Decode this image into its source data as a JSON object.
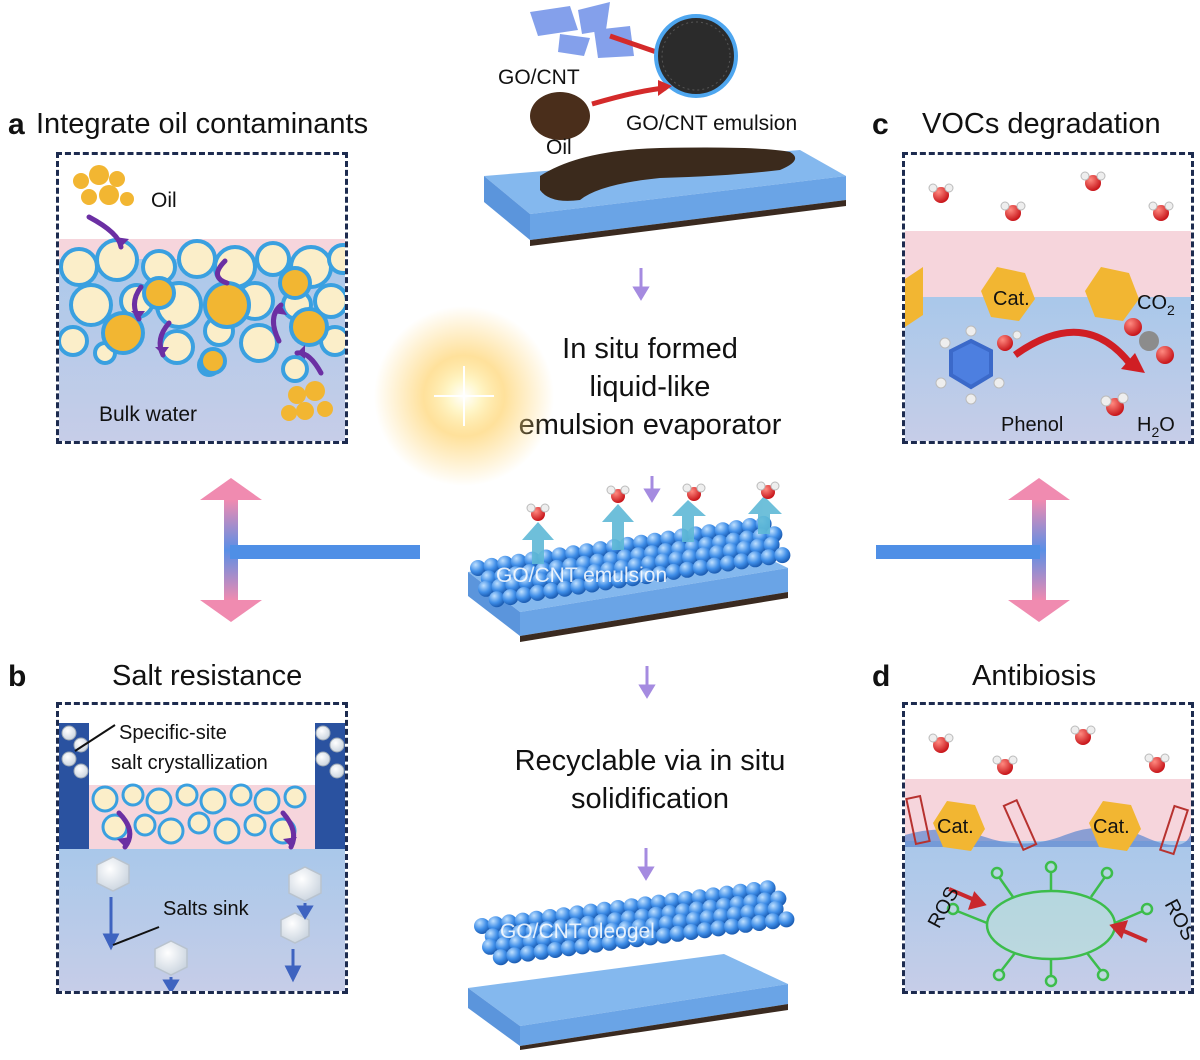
{
  "panel_a": {
    "letter": "a",
    "title": "Integrate oil contaminants",
    "oil_label": "Oil",
    "water_label": "Bulk water"
  },
  "panel_b": {
    "letter": "b",
    "title": "Salt resistance",
    "crystal_label_1": "Specific-site",
    "crystal_label_2": "salt crystallization",
    "sink_label": "Salts sink"
  },
  "panel_c": {
    "letter": "c",
    "title": "VOCs degradation",
    "cat_label": "Cat.",
    "co2_label": "CO",
    "co2_sub": "2",
    "phenol_label": "Phenol",
    "h2o_label": "H",
    "h2o_sub": "2",
    "h2o_tail": "O"
  },
  "panel_d": {
    "letter": "d",
    "title": "Antibiosis",
    "cat_label_1": "Cat.",
    "cat_label_2": "Cat.",
    "ros_label_1": "ROS",
    "ros_label_2": "ROS"
  },
  "center": {
    "gocnt_label": "GO/CNT",
    "oil_label": "Oil",
    "emulsion_top_label": "GO/CNT emulsion",
    "step1_line1": "In situ formed",
    "step1_line2": "liquid-like",
    "step1_line3": "emulsion evaporator",
    "emulsion_label": "GO/CNT emulsion",
    "step2_line1": "Recyclable via in situ",
    "step2_line2": "solidification",
    "oleogel_label": "GO/CNT oleogel"
  },
  "colors": {
    "water_blue": "#a9c8ea",
    "oil_yellow": "#f2b632",
    "pink_layer": "#f6d5dc",
    "frame_navy": "#1d2b4f",
    "connector_blue": "#4f8fe6",
    "arrow_pink": "#f08bb0"
  }
}
